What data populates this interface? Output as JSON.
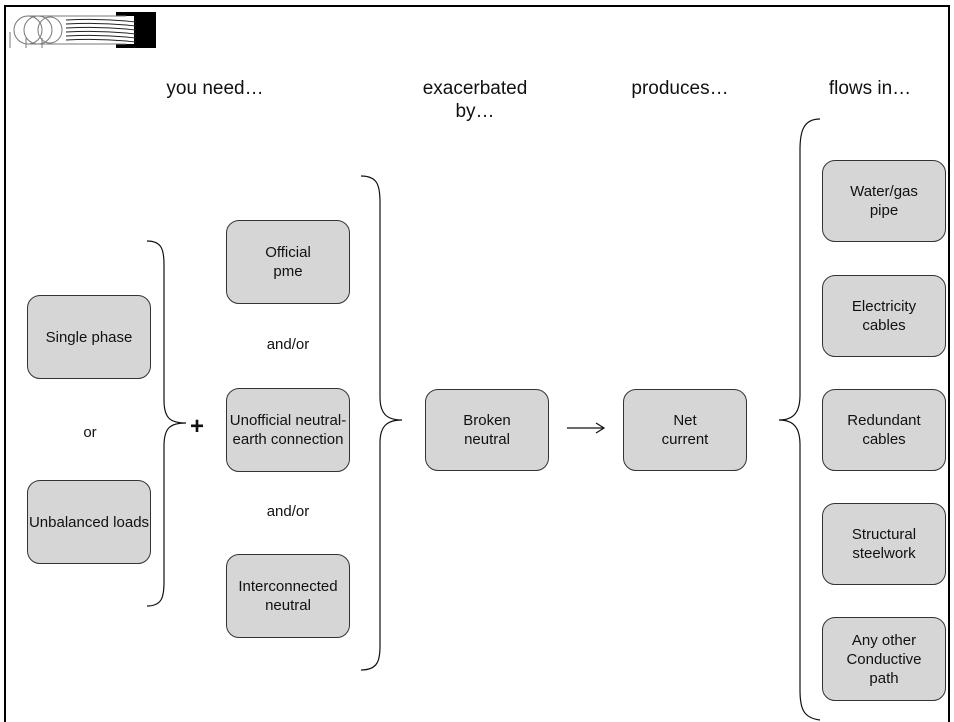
{
  "headers": {
    "you_need": "you need…",
    "exacerbated": "exacerbated by…",
    "produces": "produces…",
    "flows_in": "flows in…"
  },
  "causes": {
    "single_phase": "Single phase",
    "or": "or",
    "unbalanced_loads": "Unbalanced loads"
  },
  "plus": "+",
  "connections": {
    "official_pme": "Official pme",
    "andor_1": "and/or",
    "unofficial": "Unofficial neutral-earth connection",
    "andor_2": "and/or",
    "interconnected": "Interconnected neutral"
  },
  "exacerbation": {
    "broken_neutral": "Broken neutral"
  },
  "result": {
    "net_current": "Net current"
  },
  "paths": {
    "water_gas": "Water/gas pipe",
    "electricity": "Electricity cables",
    "redundant": "Redundant cables",
    "structural": "Structural steelwork",
    "other": "Any other Conductive path"
  }
}
